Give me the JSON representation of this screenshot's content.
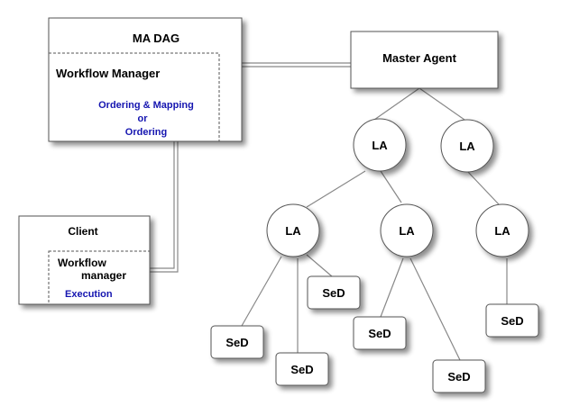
{
  "ma_dag": {
    "title": "MA DAG",
    "workflow_manager_label": "Workflow Manager",
    "mode_line1": "Ordering & Mapping",
    "mode_line2": "or",
    "mode_line3": "Ordering"
  },
  "client": {
    "title": "Client",
    "workflow_label_line1": "Workflow",
    "workflow_label_line2": "manager",
    "execution_label": "Execution"
  },
  "master_agent": {
    "label": "Master Agent"
  },
  "local_agents": [
    {
      "label": "LA"
    },
    {
      "label": "LA"
    },
    {
      "label": "LA"
    },
    {
      "label": "LA"
    },
    {
      "label": "LA"
    }
  ],
  "seds": [
    {
      "label": "SeD"
    },
    {
      "label": "SeD"
    },
    {
      "label": "SeD"
    },
    {
      "label": "SeD"
    },
    {
      "label": "SeD"
    },
    {
      "label": "SeD"
    }
  ],
  "colors": {
    "blue_text": "#1515b0",
    "box_stroke": "#555555",
    "line": "#888888"
  }
}
